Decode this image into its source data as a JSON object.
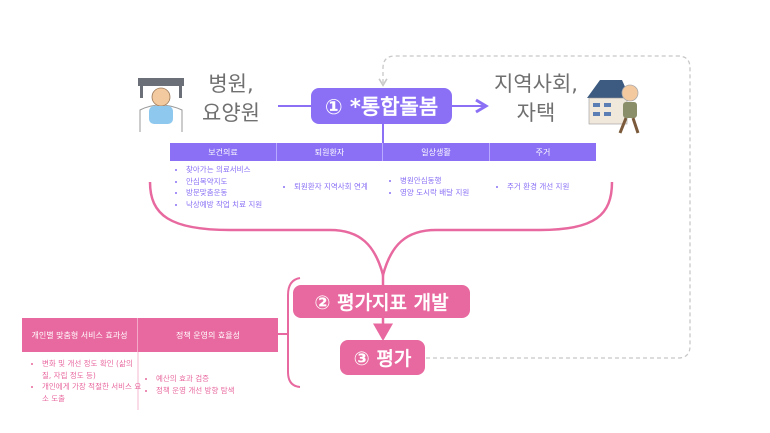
{
  "left_label": {
    "line1": "병원,",
    "line2": "요양원"
  },
  "right_label": {
    "line1": "지역사회,",
    "line2": "자택"
  },
  "step1": "① *통합돌봄",
  "step2": "② 평가지표 개발",
  "step3": "③ 평가",
  "care_table": {
    "headers": [
      "보건의료",
      "퇴원환자",
      "일상생활",
      "주거"
    ],
    "col0": [
      "찾아가는 의료서비스",
      "안심복약지도",
      "방문맞춤운동",
      "낙상예방 작업 치료 지원"
    ],
    "col1": [
      "퇴원환자 지역사회 연계"
    ],
    "col2": [
      "병원안심동행",
      "영양 도시락 배달 지원"
    ],
    "col3": [
      "주거 환경 개선 지원"
    ]
  },
  "eval_table": {
    "headers": [
      "개인별 맞춤형 서비스 효과성",
      "정책 운영의 효율성"
    ],
    "col0": [
      "변화 및 개선 정도 확인 (삶의 질, 자립 정도 등)",
      "개인에게 가장 적절한 서비스 요소 도출"
    ],
    "col1": [
      "예산의 효과 검증",
      "정책 운영 개선 방향 탐색"
    ]
  },
  "colors": {
    "purple": "#8b70f5",
    "pink": "#e8699f",
    "gray": "#c8c8c8"
  }
}
